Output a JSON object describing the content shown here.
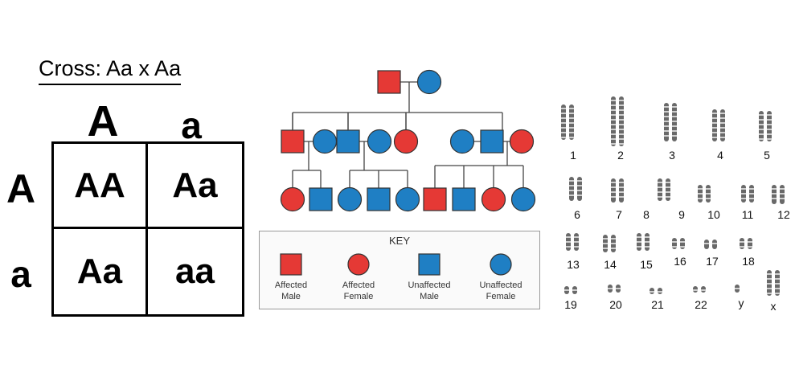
{
  "punnett": {
    "title": "Cross: Aa x Aa",
    "top_alleles": [
      "A",
      "a"
    ],
    "side_alleles": [
      "A",
      "a"
    ],
    "cells": [
      "AA",
      "Aa",
      "Aa",
      "aa"
    ]
  },
  "pedigree": {
    "colors": {
      "affected": "#e53935",
      "unaffected": "#1f7fc4",
      "stroke": "#333333"
    }
  },
  "key": {
    "title": "KEY",
    "items": [
      {
        "line1": "Affected",
        "line2": "Male",
        "shape": "square",
        "status": "affected"
      },
      {
        "line1": "Affected",
        "line2": "Female",
        "shape": "circle",
        "status": "affected"
      },
      {
        "line1": "Unaffected",
        "line2": "Male",
        "shape": "square",
        "status": "unaffected"
      },
      {
        "line1": "Unaffected",
        "line2": "Female",
        "shape": "circle",
        "status": "unaffected"
      }
    ]
  },
  "karyotype": {
    "labels": [
      "1",
      "2",
      "3",
      "4",
      "5",
      "6",
      "7",
      "8",
      "9",
      "10",
      "11",
      "12",
      "13",
      "14",
      "15",
      "16",
      "17",
      "18",
      "19",
      "20",
      "21",
      "22",
      "y",
      "x"
    ]
  }
}
